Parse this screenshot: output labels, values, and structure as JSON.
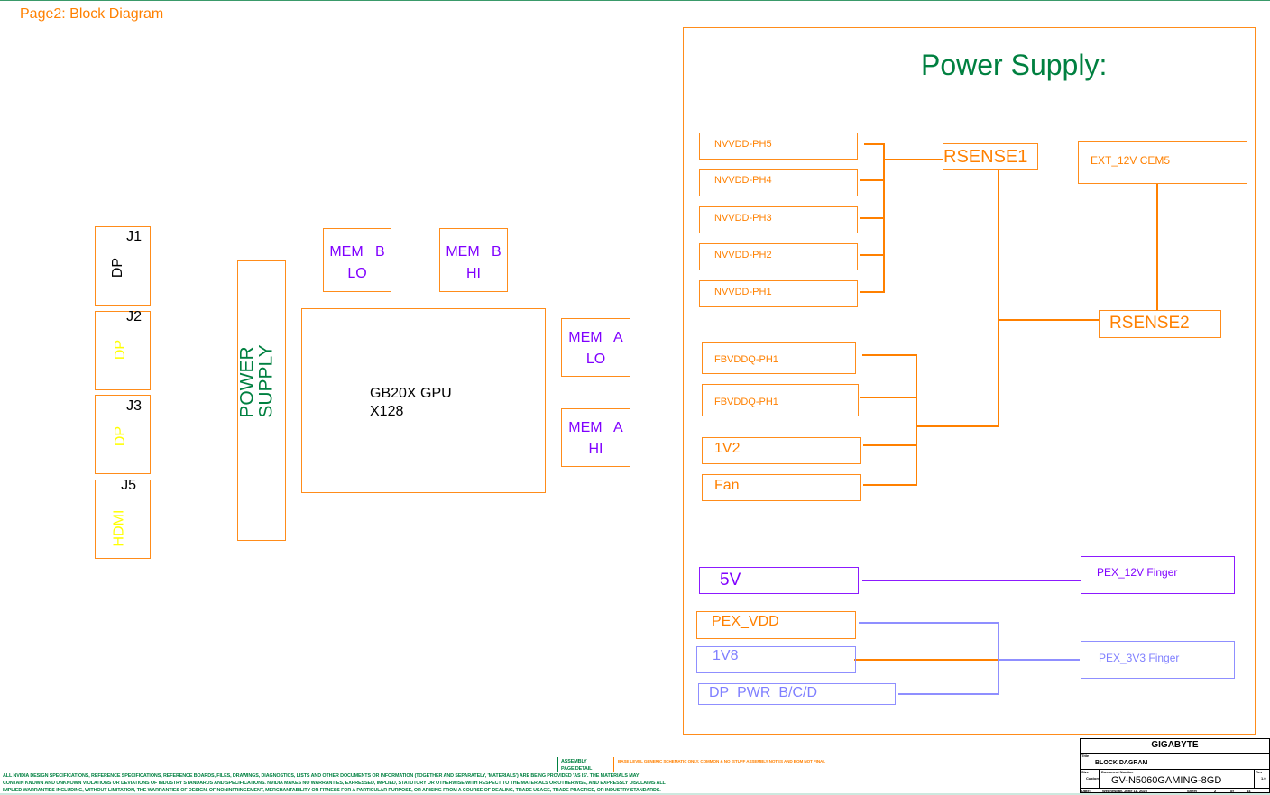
{
  "page_title": "Page2: Block Diagram",
  "left": {
    "connectors": [
      {
        "ref": "J1",
        "type": "DP"
      },
      {
        "ref": "J2",
        "type": "DP"
      },
      {
        "ref": "J3",
        "type": "DP"
      },
      {
        "ref": "J5",
        "type": "HDMI"
      }
    ],
    "power_supply": [
      "POWER",
      "SUPPLY"
    ],
    "mem_b_lo": [
      "MEM   B",
      "LO"
    ],
    "mem_b_hi": [
      "MEM   B",
      "HI"
    ],
    "gpu": [
      "GB20X GPU",
      "X128"
    ],
    "mem_a_lo": [
      "MEM   A",
      "LO"
    ],
    "mem_a_hi": [
      "MEM   A",
      "HI"
    ]
  },
  "power": {
    "title": "Power Supply:",
    "nvvdd": [
      "NVVDD-PH5",
      "NVVDD-PH4",
      "NVVDD-PH3",
      "NVVDD-PH2",
      "NVVDD-PH1"
    ],
    "rsense1": "RSENSE1",
    "rsense2": "RSENSE2",
    "ext": "EXT_12V CEM5",
    "fbvddq": [
      "FBVDDQ-PH1",
      "FBVDDQ-PH1"
    ],
    "v1v2": "1V2",
    "fan": "Fan",
    "v5": "5V",
    "pex12": "PEX_12V Finger",
    "pex_vdd": "PEX_VDD",
    "v1v8": "1V8",
    "dp_pwr": "DP_PWR_B/C/D",
    "pex33": "PEX_3V3 Finger"
  },
  "footer": {
    "assembly": "ASSEMBLY",
    "page_detail": "PAGE DETAIL",
    "note": "BASE LEVEL GENERIC SCHEMATIC ONLY, COMMON & NO_STUFF ASSEMBLY NOTES AND BOM NOT FINAL",
    "disclaimer": [
      "ALL NVIDIA DESIGN SPECIFICATIONS, REFERENCE SPECIFICATIONS, REFERENCE BOARDS, FILES, DRAWINGS, DIAGNOSTICS, LISTS AND OTHER DOCUMENTS OR INFORMATION (TOGETHER AND SEPARATELY, 'MATERIALS') ARE BEING PROVIDED 'AS IS'. THE MATERIALS MAY",
      "CONTAIN KNOWN AND UNKNOWN VIOLATIONS OR DEVIATIONS OF INDUSTRY STANDARDS AND SPECIFICATIONS. NVIDIA MAKES NO WARRANTIES, EXPRESSED, IMPLIED, STATUTORY OR OTHERWISE WITH RESPECT TO THE MATERIALS OR OTHERWISE, AND EXPRESSLY DISCLAIMS ALL",
      "IMPLIED WARRANTIES INCLUDING, WITHOUT LIMITATION, THE WARRANTIES OF DESIGN, OF NONINFRINGEMENT, MERCHANTABILITY OR FITNESS FOR A PARTICULAR PURPOSE, OR ARISING FROM A COURSE OF DEALING, TRADE USAGE, TRADE PRACTICE, OR INDUSTRY STANDARDS."
    ]
  },
  "title_block": {
    "company": "GIGABYTE",
    "title_label": "Title",
    "title": "BLOCK DAGRAM",
    "size_label": "Size",
    "size": "Custom",
    "docnum_label": "Document Number",
    "docnum": "GV-N5060GAMING-8GD",
    "rev_label": "Rev",
    "rev": "1.0",
    "date_label": "Date:",
    "date": "Wednesday, June 11, 2025",
    "sheet_label": "Sheet",
    "sheet": "2",
    "of_label": "of",
    "total": "44"
  }
}
